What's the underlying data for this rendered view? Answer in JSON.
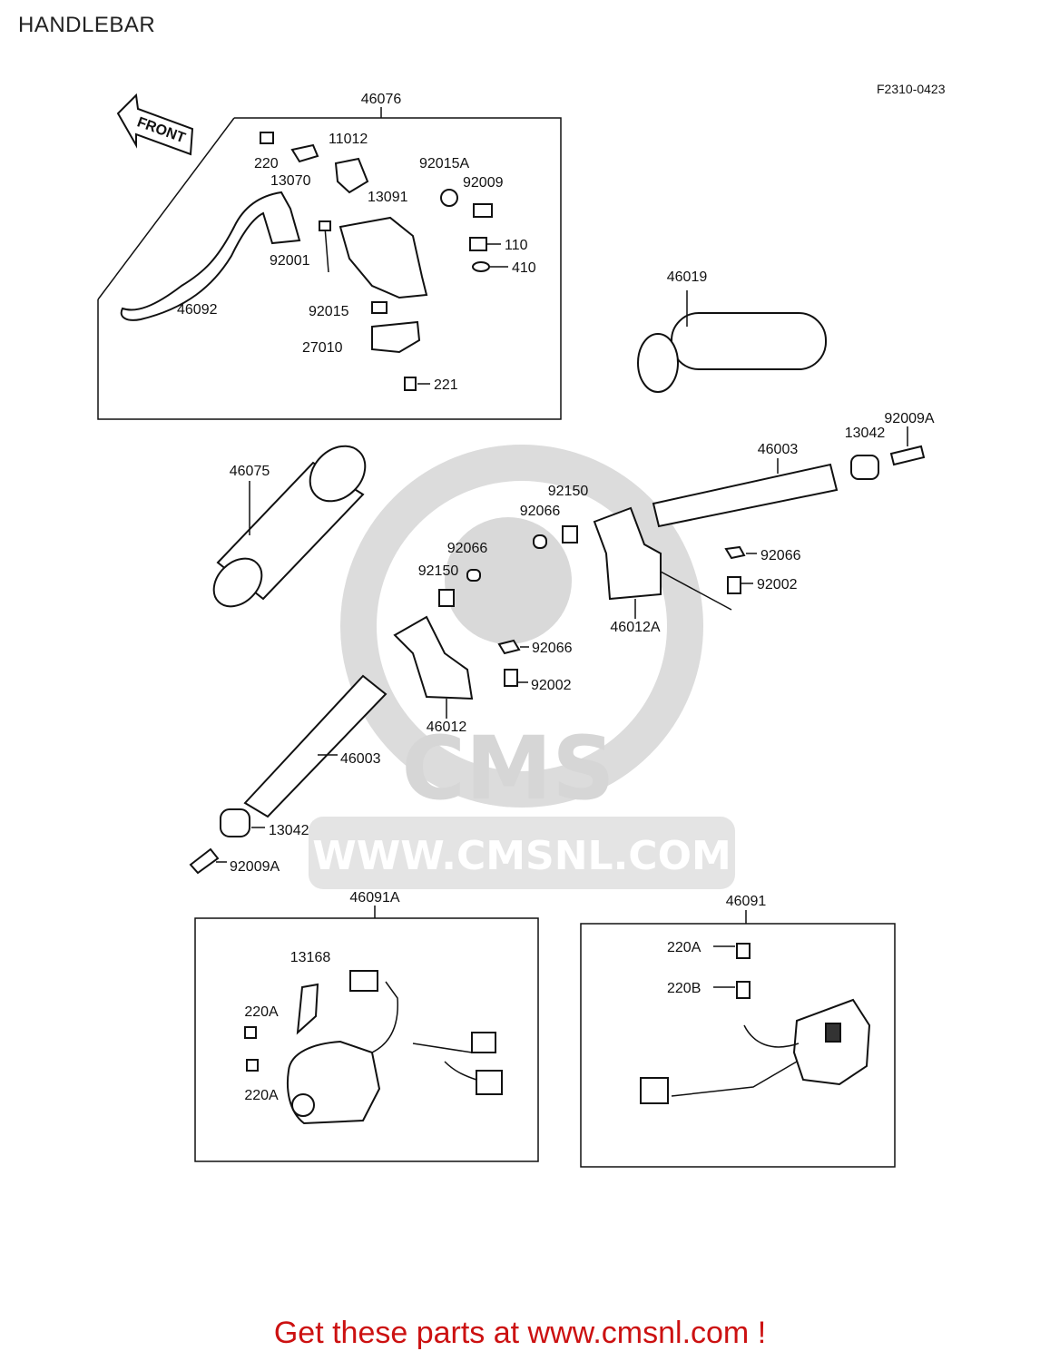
{
  "title": "HANDLEBAR",
  "figure_code": "F2310-0423",
  "front_arrow_label": "FRONT",
  "watermark": {
    "brand": "CMS",
    "url": "WWW.CMSNL.COM"
  },
  "footer": "Get these parts at www.cmsnl.com !",
  "parts": {
    "p46076": "46076",
    "p220": "220",
    "p11012": "11012",
    "p13070": "13070",
    "p92015A": "92015A",
    "p92009": "92009",
    "p13091": "13091",
    "p110": "110",
    "p92001": "92001",
    "p410": "410",
    "p46092": "46092",
    "p92015": "92015",
    "p27010": "27010",
    "p221": "221",
    "p46019": "46019",
    "p46075": "46075",
    "p92009A_r": "92009A",
    "p13042_r": "13042",
    "p46003_r": "46003",
    "p92150_r": "92150",
    "p92066_r1": "92066",
    "p92066_r2": "92066",
    "p92002_r": "92002",
    "p46012A": "46012A",
    "p92066_l1": "92066",
    "p92150_l": "92150",
    "p92066_l2": "92066",
    "p92002_l": "92002",
    "p46012": "46012",
    "p46003_l": "46003",
    "p13042_l": "13042",
    "p92009A_l": "92009A",
    "p46091A": "46091A",
    "p13168": "13168",
    "p220A_1": "220A",
    "p220A_2": "220A",
    "p46091": "46091",
    "p220A_3": "220A",
    "p220B": "220B"
  }
}
